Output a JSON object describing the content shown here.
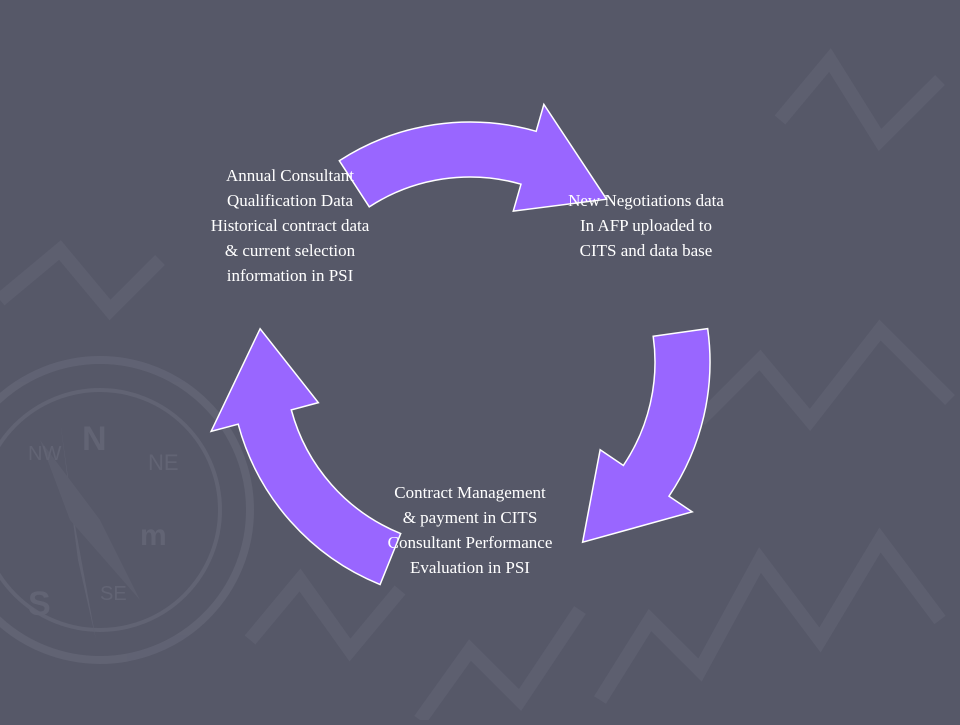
{
  "colors": {
    "background": "#565868",
    "arrow_fill": "#9966ff",
    "arrow_stroke": "#ffffff",
    "text": "#ffffff"
  },
  "cycle": {
    "nodes": [
      {
        "id": "annual-qualification",
        "lines": [
          "Annual Consultant",
          "Qualification Data",
          "Historical contract data",
          "& current selection",
          "information in PSI"
        ]
      },
      {
        "id": "new-negotiations",
        "lines": [
          "New Negotiations data",
          "In AFP uploaded to",
          "CITS and data base"
        ]
      },
      {
        "id": "contract-management",
        "lines": [
          "Contract Management",
          "& payment in CITS",
          "Consultant Performance",
          "Evaluation in PSI"
        ]
      }
    ],
    "arrows": [
      {
        "from": "annual-qualification",
        "to": "new-negotiations",
        "icon": "curved-arrow-icon"
      },
      {
        "from": "new-negotiations",
        "to": "contract-management",
        "icon": "curved-arrow-icon"
      },
      {
        "from": "contract-management",
        "to": "annual-qualification",
        "icon": "curved-arrow-icon"
      }
    ]
  },
  "decoration": {
    "watermark": "compass-icon"
  }
}
